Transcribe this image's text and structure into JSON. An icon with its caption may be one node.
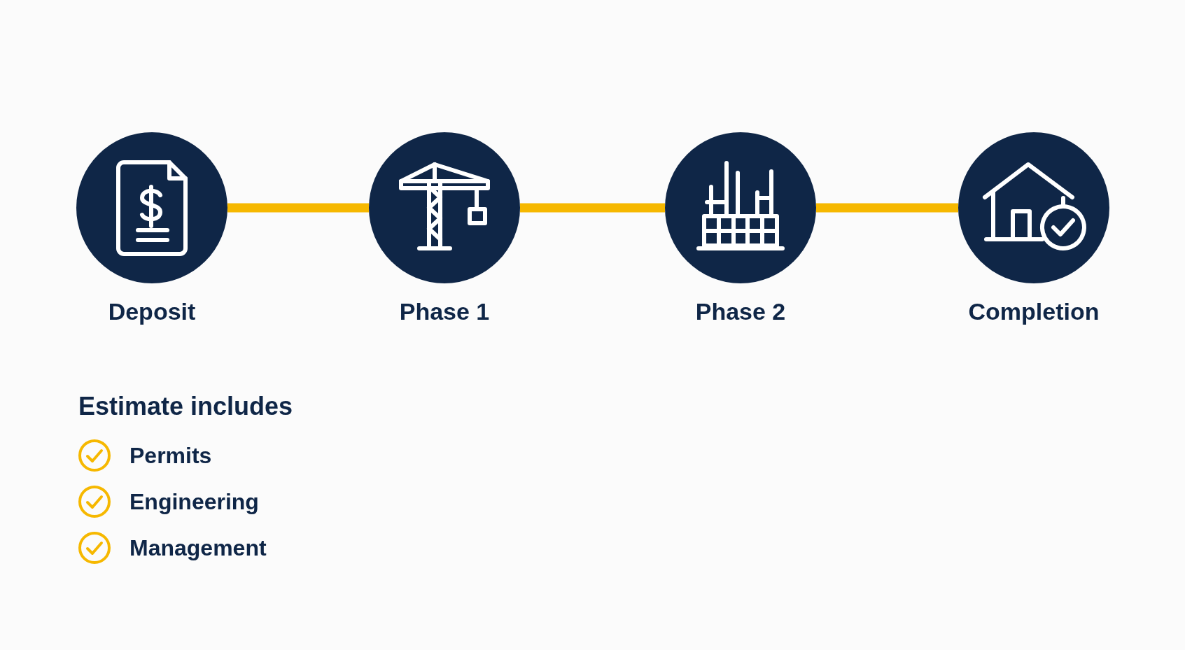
{
  "diagram": {
    "nodes": [
      {
        "text": [
          "Deposit"
        ]
      },
      {
        "text": [
          "Phase 1"
        ]
      },
      {
        "text": [
          "Phase 2"
        ]
      },
      {
        "text": [
          "Completion"
        ]
      }
    ],
    "edges": [
      {
        "from": 0,
        "to": 1,
        "arrow": "none"
      },
      {
        "from": 1,
        "to": 2,
        "arrow": "none"
      },
      {
        "from": 2,
        "to": 3,
        "arrow": "none"
      }
    ],
    "labels": [
      "Estimate includes",
      "Permits",
      "Engineering",
      "Management"
    ]
  }
}
